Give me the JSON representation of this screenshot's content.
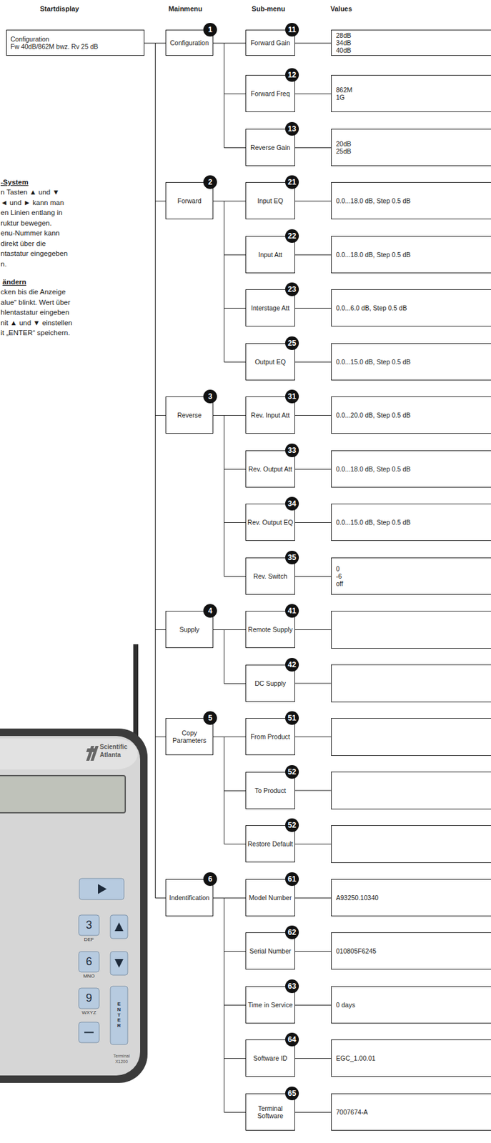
{
  "diagram": {
    "nodes": [
      {
        "text": [
          "Configuration",
          "Fw 40dB/862M bwz. Rv 25 dB"
        ]
      },
      {
        "text": [
          "Configuration",
          "1"
        ]
      },
      {
        "text": [
          "Forward",
          "2"
        ]
      },
      {
        "text": [
          "Reverse",
          "3"
        ]
      },
      {
        "text": [
          "Supply",
          "4"
        ]
      },
      {
        "text": [
          "Copy Parameters",
          "5"
        ]
      },
      {
        "text": [
          "Indentification",
          "6"
        ]
      },
      {
        "text": [
          "Forward Gain",
          "11"
        ]
      },
      {
        "text": [
          "Forward Freq",
          "12"
        ]
      },
      {
        "text": [
          "Reverse Gain",
          "13"
        ]
      },
      {
        "text": [
          "Input EQ",
          "21"
        ]
      },
      {
        "text": [
          "Input Att",
          "22"
        ]
      },
      {
        "text": [
          "Interstage Att",
          "23"
        ]
      },
      {
        "text": [
          "Output EQ",
          "25"
        ]
      },
      {
        "text": [
          "Rev. Input Att",
          "31"
        ]
      },
      {
        "text": [
          "Rev. Output Att",
          "33"
        ]
      },
      {
        "text": [
          "Rev. Output EQ",
          "34"
        ]
      },
      {
        "text": [
          "Rev. Switch",
          "35"
        ]
      },
      {
        "text": [
          "Remote Supply",
          "41"
        ]
      },
      {
        "text": [
          "DC Supply",
          "42"
        ]
      },
      {
        "text": [
          "From Product",
          "51"
        ]
      },
      {
        "text": [
          "To Product",
          "52"
        ]
      },
      {
        "text": [
          "Restore Default",
          "52"
        ]
      },
      {
        "text": [
          "Model Number",
          "61"
        ]
      },
      {
        "text": [
          "Serial Number",
          "62"
        ]
      },
      {
        "text": [
          "Time in Service",
          "63"
        ]
      },
      {
        "text": [
          "Software ID",
          "64"
        ]
      },
      {
        "text": [
          "Terminal Software",
          "65"
        ]
      },
      {
        "text": [
          "28dB",
          "34dB",
          "40dB"
        ]
      },
      {
        "text": [
          "862M",
          "1G"
        ]
      },
      {
        "text": [
          "20dB",
          "25dB"
        ]
      },
      {
        "text": [
          "0.0...18.0 dB, Step 0.5 dB"
        ]
      },
      {
        "text": [
          "0.0...18.0 dB, Step 0.5 dB"
        ]
      },
      {
        "text": [
          "0.0...6.0 dB, Step 0.5 dB"
        ]
      },
      {
        "text": [
          "0.0...15.0 dB, Step 0.5 dB"
        ]
      },
      {
        "text": [
          "0.0...20.0 dB, Step 0.5 dB"
        ]
      },
      {
        "text": [
          "0.0...18.0 dB, Step 0.5 dB"
        ]
      },
      {
        "text": [
          "0.0...15.0 dB, Step 0.5 dB"
        ]
      },
      {
        "text": [
          "0",
          "-6",
          "off"
        ]
      },
      {
        "text": [
          "A93250.10340"
        ]
      },
      {
        "text": [
          "010805F6245"
        ]
      },
      {
        "text": [
          "0 days"
        ]
      },
      {
        "text": [
          "EGC_1.00.01"
        ]
      },
      {
        "text": [
          "7007674-A"
        ]
      }
    ],
    "edges": [
      {
        "from": 0,
        "to": 1,
        "arrow": "none"
      },
      {
        "from": 0,
        "to": 2,
        "arrow": "none"
      },
      {
        "from": 0,
        "to": 3,
        "arrow": "none"
      },
      {
        "from": 0,
        "to": 4,
        "arrow": "none"
      },
      {
        "from": 0,
        "to": 5,
        "arrow": "none"
      },
      {
        "from": 0,
        "to": 6,
        "arrow": "none"
      },
      {
        "from": 1,
        "to": 7,
        "arrow": "none"
      },
      {
        "from": 1,
        "to": 8,
        "arrow": "none"
      },
      {
        "from": 1,
        "to": 9,
        "arrow": "none"
      },
      {
        "from": 2,
        "to": 10,
        "arrow": "none"
      },
      {
        "from": 2,
        "to": 11,
        "arrow": "none"
      },
      {
        "from": 2,
        "to": 12,
        "arrow": "none"
      },
      {
        "from": 2,
        "to": 13,
        "arrow": "none"
      },
      {
        "from": 3,
        "to": 14,
        "arrow": "none"
      },
      {
        "from": 3,
        "to": 15,
        "arrow": "none"
      },
      {
        "from": 3,
        "to": 16,
        "arrow": "none"
      },
      {
        "from": 3,
        "to": 17,
        "arrow": "none"
      },
      {
        "from": 4,
        "to": 18,
        "arrow": "none"
      },
      {
        "from": 4,
        "to": 19,
        "arrow": "none"
      },
      {
        "from": 5,
        "to": 20,
        "arrow": "none"
      },
      {
        "from": 5,
        "to": 21,
        "arrow": "none"
      },
      {
        "from": 5,
        "to": 22,
        "arrow": "none"
      },
      {
        "from": 6,
        "to": 23,
        "arrow": "none"
      },
      {
        "from": 6,
        "to": 24,
        "arrow": "none"
      },
      {
        "from": 6,
        "to": 25,
        "arrow": "none"
      },
      {
        "from": 6,
        "to": 26,
        "arrow": "none"
      },
      {
        "from": 6,
        "to": 27,
        "arrow": "none"
      },
      {
        "from": 7,
        "to": 28,
        "arrow": "none"
      },
      {
        "from": 8,
        "to": 29,
        "arrow": "none"
      },
      {
        "from": 9,
        "to": 30,
        "arrow": "none"
      },
      {
        "from": 10,
        "to": 31,
        "arrow": "none"
      },
      {
        "from": 11,
        "to": 32,
        "arrow": "none"
      },
      {
        "from": 12,
        "to": 33,
        "arrow": "none"
      },
      {
        "from": 13,
        "to": 34,
        "arrow": "none"
      },
      {
        "from": 14,
        "to": 35,
        "arrow": "none"
      },
      {
        "from": 15,
        "to": 36,
        "arrow": "none"
      },
      {
        "from": 16,
        "to": 37,
        "arrow": "none"
      },
      {
        "from": 17,
        "to": 38,
        "arrow": "none"
      },
      {
        "from": 23,
        "to": 39,
        "arrow": "none"
      },
      {
        "from": 24,
        "to": 40,
        "arrow": "none"
      },
      {
        "from": 25,
        "to": 41,
        "arrow": "none"
      },
      {
        "from": 26,
        "to": 42,
        "arrow": "none"
      },
      {
        "from": 27,
        "to": 43,
        "arrow": "none"
      }
    ],
    "labels": [
      "Startdisplay",
      "Mainmenu",
      "Sub-menu",
      "Values",
      "-System",
      "n Tasten ▲ und ▼",
      "◄ und ► kann man",
      "en Linien entlang in",
      "ruktur bewegen.",
      "enu-Nummer kann",
      "direkt über die",
      "ntastatur eingegeben",
      "n.",
      "ändern",
      "cken bis die Anzeige",
      "alue“ blinkt. Wert über",
      "hlentastatur eingeben",
      "nit ▲ und ▼ einstellen",
      "it „ENTER“ speichern.",
      "Scientific",
      "Atlanta",
      "3",
      "DEF",
      "6",
      "MNO",
      "9",
      "WXYZ",
      "ENTER",
      "Terminal",
      "X1200"
    ]
  }
}
